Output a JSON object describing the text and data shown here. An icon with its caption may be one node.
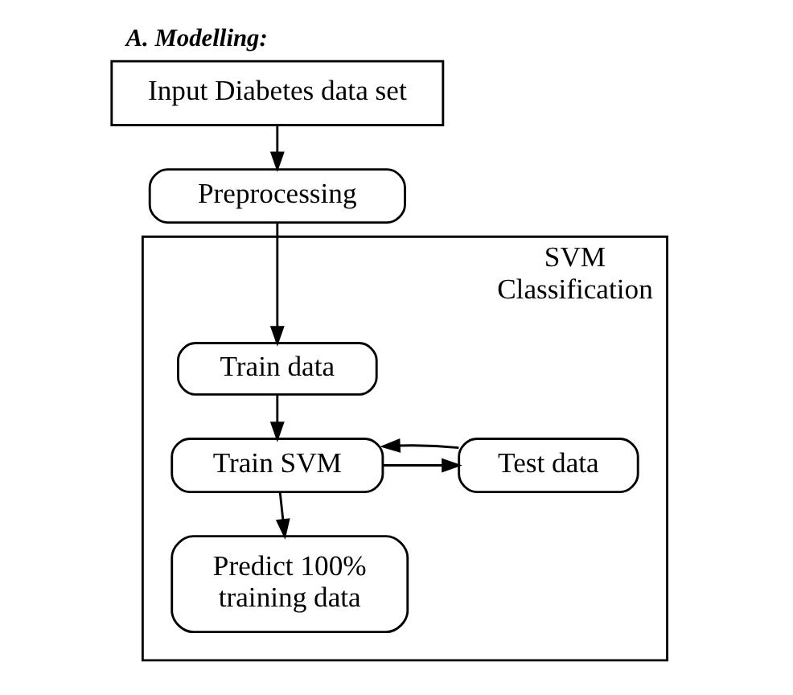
{
  "diagram": {
    "title": "A. Modelling:",
    "nodes": [
      {
        "text": [
          "Input Diabetes data set"
        ]
      },
      {
        "text": [
          "Preprocessing"
        ]
      },
      {
        "text": [
          "SVM Classification"
        ]
      },
      {
        "text": [
          "Train data"
        ],
        "in": 2
      },
      {
        "text": [
          "Train SVM"
        ],
        "in": 2
      },
      {
        "text": [
          "Test data"
        ],
        "in": 2
      },
      {
        "text": [
          "Predict 100% training data"
        ],
        "in": 2
      }
    ],
    "edges": [
      {
        "from": 0,
        "to": 1,
        "arrow": "to"
      },
      {
        "from": 1,
        "to": 3,
        "arrow": "to"
      },
      {
        "from": 3,
        "to": 4,
        "arrow": "to"
      },
      {
        "from": 4,
        "to": 5,
        "arrow": "to"
      },
      {
        "from": 5,
        "to": 4,
        "arrow": "to"
      },
      {
        "from": 4,
        "to": 6,
        "arrow": "to"
      }
    ]
  }
}
